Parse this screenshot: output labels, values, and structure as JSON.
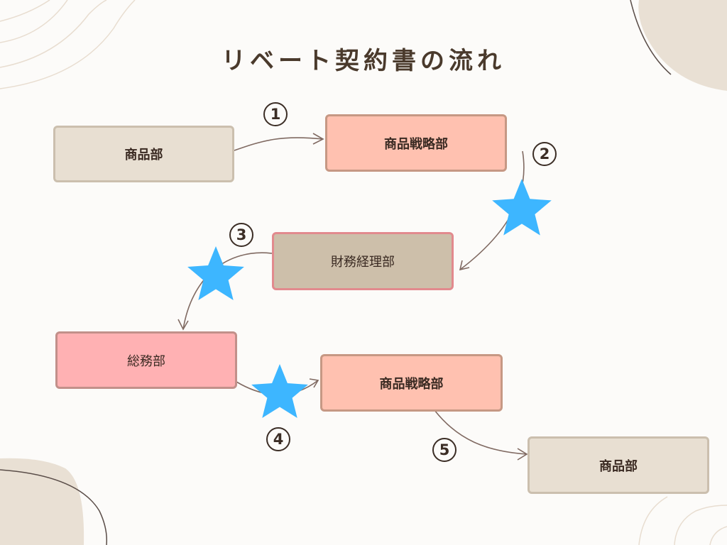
{
  "title": "リベート契約書の流れ",
  "nodes": [
    {
      "id": "n1",
      "label": "商品部"
    },
    {
      "id": "n2",
      "label": "商品戦略部"
    },
    {
      "id": "n3",
      "label": "財務経理部"
    },
    {
      "id": "n4",
      "label": "総務部"
    },
    {
      "id": "n5",
      "label": "商品戦略部"
    },
    {
      "id": "n6",
      "label": "商品部"
    }
  ],
  "steps": [
    "1",
    "2",
    "3",
    "4",
    "5"
  ],
  "colors": {
    "title": "#4a3a2c",
    "beige_fill": "#e8dfd2",
    "beige_border": "#cbbfae",
    "salmon_fill": "#ffc1b0",
    "salmon_border": "#c69884",
    "taupe_fill": "#cdbfaa",
    "taupe_border": "#e28a8e",
    "pink_fill": "#ffb1b3",
    "pink_border": "#c2908a",
    "star": "#3db6ff",
    "arrow": "#806a62",
    "badge": "#3b2d25"
  }
}
